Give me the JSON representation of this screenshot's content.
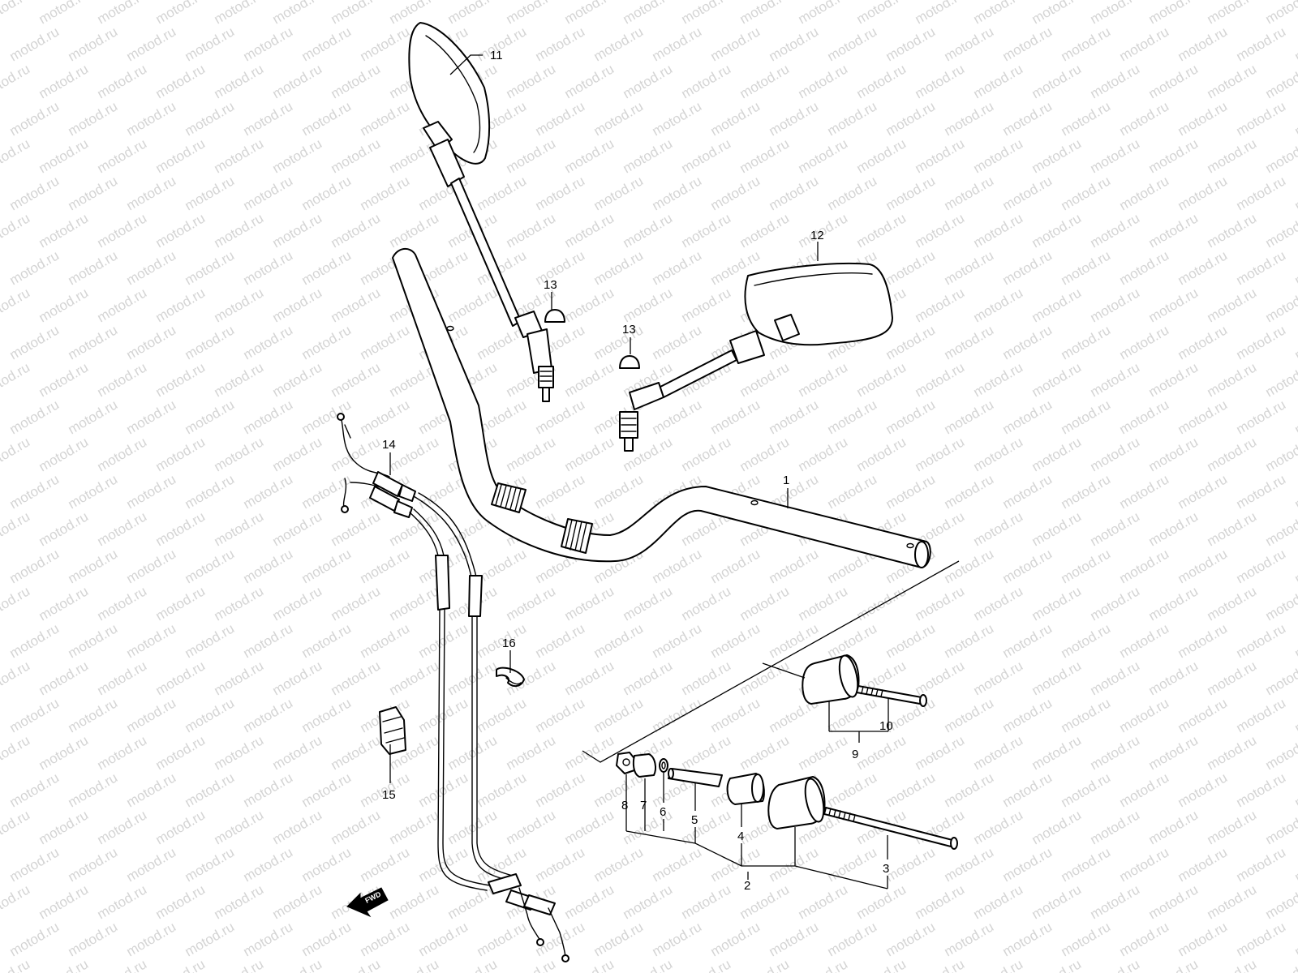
{
  "watermark": "motod.ru",
  "fwd_label": "FWD",
  "callouts": [
    {
      "id": "1"
    },
    {
      "id": "2"
    },
    {
      "id": "3"
    },
    {
      "id": "4"
    },
    {
      "id": "5"
    },
    {
      "id": "6"
    },
    {
      "id": "7"
    },
    {
      "id": "8"
    },
    {
      "id": "9"
    },
    {
      "id": "10"
    },
    {
      "id": "11"
    },
    {
      "id": "12"
    },
    {
      "id": "13"
    },
    {
      "id": "13"
    },
    {
      "id": "14"
    },
    {
      "id": "15"
    },
    {
      "id": "16"
    }
  ],
  "colors": {
    "line": "#000000",
    "background": "#ffffff",
    "watermark": "#d4d4d4"
  }
}
